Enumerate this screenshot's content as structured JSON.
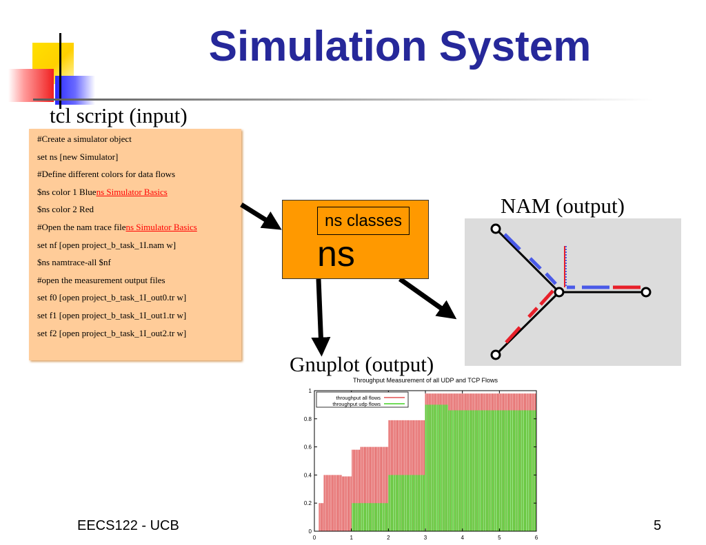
{
  "slide": {
    "title": "Simulation System",
    "footer": "EECS122 - UCB",
    "page_number": "5"
  },
  "input": {
    "label": "tcl script (input)",
    "lines": [
      {
        "text": "#Create a simulator object"
      },
      {
        "text": "set ns [new Simulator]"
      },
      {
        "text": "#Define different colors for data flows"
      },
      {
        "text": "$ns color 1 Blue",
        "link": "ns Simulator Basics"
      },
      {
        "text": "$ns color 2 Red"
      },
      {
        "text": "#Open the nam trace file",
        "link": "ns Simulator Basics"
      },
      {
        "text": "set nf [open project_b_task_1I.nam w]"
      },
      {
        "text": "$ns namtrace-all $nf"
      },
      {
        "text": "#open the measurement output files"
      },
      {
        "text": "set f0 [open project_b_task_1I_out0.tr w]"
      },
      {
        "text": "set f1 [open project_b_task_1I_out1.tr w]"
      },
      {
        "text": "set f2 [open project_b_task_1I_out2.tr w]"
      }
    ]
  },
  "simulator": {
    "classes_label": "ns classes",
    "name": "ns"
  },
  "nam": {
    "label": "NAM (output)"
  },
  "gnuplot": {
    "label": "Gnuplot (output)"
  },
  "colors": {
    "title": "#26289a",
    "script_bg": "#ffcc99",
    "ns_box": "#ff9900",
    "link": "#ff0000",
    "flow_red": "#e8202a",
    "flow_blue": "#4a5ae8",
    "series_all": "#e05050",
    "series_udp": "#40d020"
  },
  "chart_data": {
    "type": "bar",
    "title": "Throughput Measurement of all UDP and TCP Flows",
    "xlabel": "",
    "ylabel": "",
    "xlim": [
      0,
      6
    ],
    "ylim": [
      0,
      1
    ],
    "xticks": [
      0,
      1,
      2,
      3,
      4,
      5,
      6
    ],
    "yticks": [
      0,
      0.2,
      0.4,
      0.6,
      0.8,
      1
    ],
    "legend_position": "top-left",
    "series": [
      {
        "name": "throughput all flows",
        "color": "#e05050",
        "segments": [
          {
            "x": [
              0.1,
              0.25
            ],
            "y": 0.2
          },
          {
            "x": [
              0.25,
              0.75
            ],
            "y": 0.4
          },
          {
            "x": [
              0.75,
              1.0
            ],
            "y": 0.39
          },
          {
            "x": [
              1.0,
              1.25
            ],
            "y": 0.58
          },
          {
            "x": [
              1.25,
              2.0
            ],
            "y": 0.6
          },
          {
            "x": [
              2.0,
              3.0
            ],
            "y": 0.79
          },
          {
            "x": [
              3.0,
              6.0
            ],
            "y": 0.98
          }
        ]
      },
      {
        "name": "throughput udp flows",
        "color": "#40d020",
        "segments": [
          {
            "x": [
              0.0,
              1.0
            ],
            "y": 0.0
          },
          {
            "x": [
              1.0,
              2.0
            ],
            "y": 0.2
          },
          {
            "x": [
              2.0,
              3.0
            ],
            "y": 0.4
          },
          {
            "x": [
              3.0,
              3.6
            ],
            "y": 0.9
          },
          {
            "x": [
              3.6,
              6.0
            ],
            "y": 0.86
          }
        ]
      }
    ]
  }
}
